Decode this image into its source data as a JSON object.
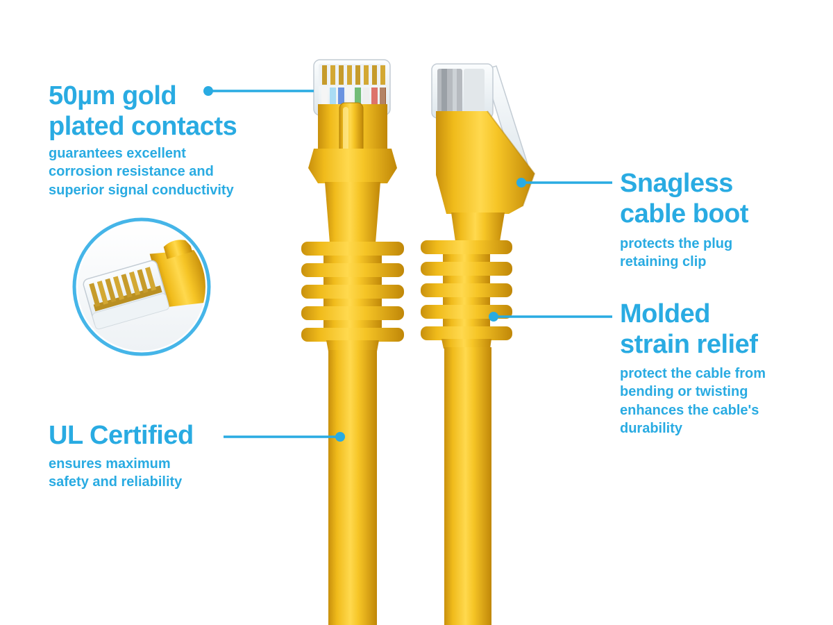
{
  "colors": {
    "accent": "#29abe2",
    "cable_yellow": "#f6c526",
    "cable_yellow_dark": "#c08708",
    "cable_yellow_light": "#ffd94e",
    "plug_clear": "#e7edf1",
    "gold_pins": "#c69b2b"
  },
  "icons": {
    "inset": "rj45-connector-closeup",
    "left_cable": "rj45-cable-front-view",
    "right_cable": "rj45-cable-side-view"
  },
  "callouts": {
    "gold_contacts": {
      "title_lines": [
        "50µm gold",
        "plated contacts"
      ],
      "body_lines": [
        "guarantees excellent",
        "corrosion resistance and",
        "superior signal conductivity"
      ]
    },
    "snagless_boot": {
      "title_lines": [
        "Snagless",
        "cable boot"
      ],
      "body_lines": [
        "protects the plug",
        "retaining clip"
      ]
    },
    "strain_relief": {
      "title_lines": [
        "Molded",
        "strain relief"
      ],
      "body_lines": [
        "protect the cable from",
        "bending or twisting",
        "enhances the cable's",
        "durability"
      ]
    },
    "ul_certified": {
      "title_lines": [
        "UL Certified"
      ],
      "body_lines": [
        "ensures maximum",
        "safety and reliability"
      ]
    }
  }
}
